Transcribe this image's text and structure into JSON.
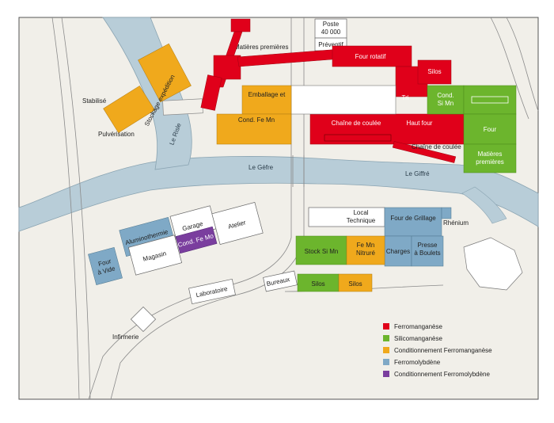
{
  "colors": {
    "ferromanganese": "#e0001a",
    "silicomanganese": "#6cb52d",
    "conditionnement_fe_mn": "#f0a91c",
    "ferromolybdene": "#7fa9c6",
    "conditionnement_fe_mo": "#7a3e9e",
    "river": "#b8cdd8",
    "paper": "#f1efe9"
  },
  "rivers": {
    "risle": "Le Risle",
    "gefre": "Le Gèfre",
    "giffre": "Le Giffré"
  },
  "buildings": {
    "poste": "Poste",
    "poste_kv": "40 000",
    "preventif": "Préventif",
    "matieres_premieres_top": "Matières premières",
    "four_rotatif": "Four rotatif",
    "silos_top": "Silos",
    "stabilise": "Stabilisé",
    "stockage_expedition": "Stockage expédition",
    "pulverisation": "Pulvérisation",
    "emballage_1": "Emballage et",
    "emballage_2": "Cond. Fe Mn",
    "coulee": "Chaîne de coulée",
    "haut_four": "Haut four",
    "tri": "Tri",
    "cond_si_mn_1": "Cond.",
    "cond_si_mn_2": "Si Mn",
    "four_right": "Four",
    "chaine_de_coulee": "Chaîne de coulée",
    "matieres_premieres_right_1": "Matières",
    "matieres_premieres_right_2": "premières",
    "local_technique_1": "Local",
    "local_technique_2": "Technique",
    "four_de_grillage": "Four de Grillage",
    "rhenium": "Rhénium",
    "aluminothermie": "Aluminothermie",
    "garage": "Garage",
    "atelier": "Atelier",
    "magasin": "Magasin",
    "cond_fe_mo": "Cond. Fe Mo",
    "four_a_vide_1": "Four",
    "four_a_vide_2": "à Vide",
    "stock_si_mn": "Stock Si Mn",
    "fe_mn_nitrure_1": "Fe Mn",
    "fe_mn_nitrure_2": "Nitruré",
    "charges": "Charges",
    "presse_1": "Presse",
    "presse_2": "à Boulets",
    "silos_green": "Silos",
    "silos_orange": "Silos",
    "laboratoire": "Laboratoire",
    "bureaux": "Bureaux",
    "infirmerie": "Infirmerie"
  },
  "legend": [
    {
      "label": "Ferromanganèse",
      "color": "#e0001a"
    },
    {
      "label": "Silicomanganèse",
      "color": "#6cb52d"
    },
    {
      "label": "Conditionnement Ferromanganèse",
      "color": "#f0a91c"
    },
    {
      "label": "Ferromolybdène",
      "color": "#7fa9c6"
    },
    {
      "label": "Conditionnement Ferromolybdène",
      "color": "#7a3e9e"
    }
  ]
}
